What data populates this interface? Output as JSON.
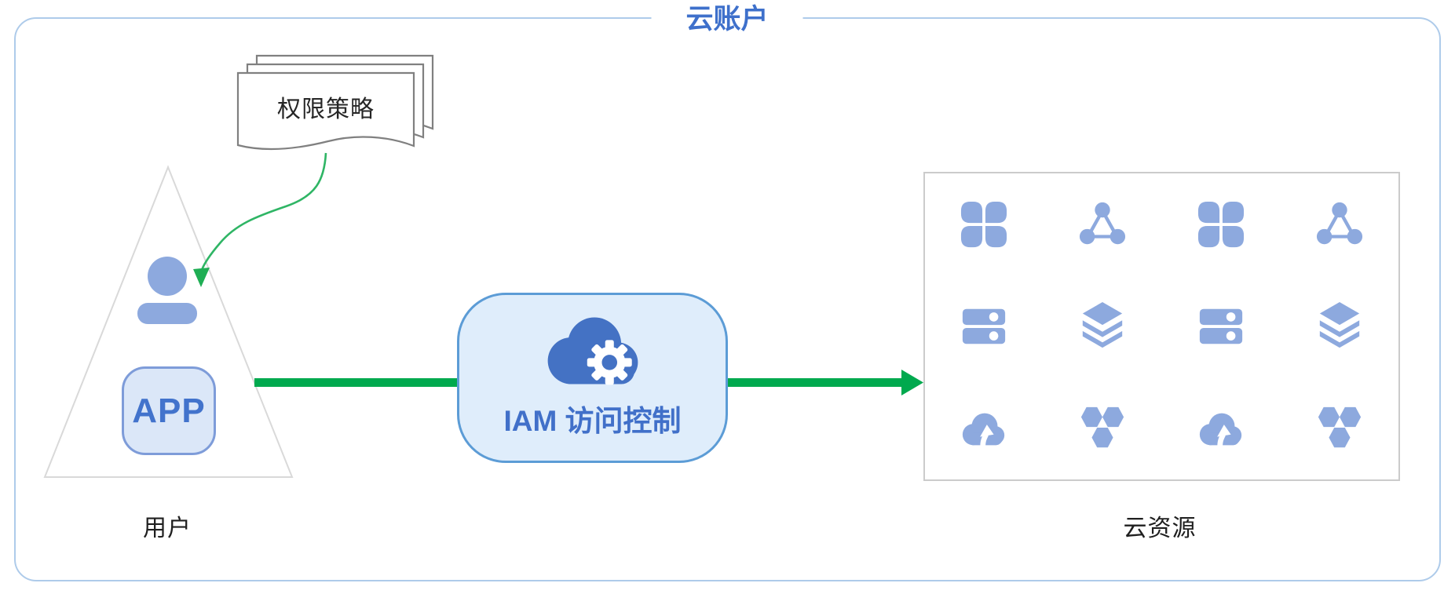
{
  "diagram": {
    "title": "云账户",
    "policy": {
      "label": "权限策略"
    },
    "user": {
      "app_label": "APP",
      "caption": "用户"
    },
    "iam": {
      "label": "IAM 访问控制"
    },
    "resources": {
      "caption": "云资源",
      "grid": [
        "clover",
        "molecule",
        "clover",
        "molecule",
        "server",
        "layers",
        "server",
        "layers",
        "cloud-upload",
        "hexagon-cluster",
        "cloud-upload",
        "hexagon-cluster"
      ]
    },
    "colors": {
      "accent_blue": "#3E70CB",
      "deep_blue": "#4472C4",
      "icon_blue": "#8DA9DE",
      "arrow_green": "#00A94E",
      "curve_green": "#2FB565",
      "outer_border": "#AECBEA",
      "iam_border": "#5C9CD6",
      "iam_fill": "#DFEDFB",
      "app_border": "#7E9CD9",
      "app_fill": "#DBE7F8",
      "resource_box_border": "#CBCBCB",
      "doc_border": "#808080",
      "triangle_border": "#D9D9D9",
      "text_dark": "#262626"
    }
  }
}
